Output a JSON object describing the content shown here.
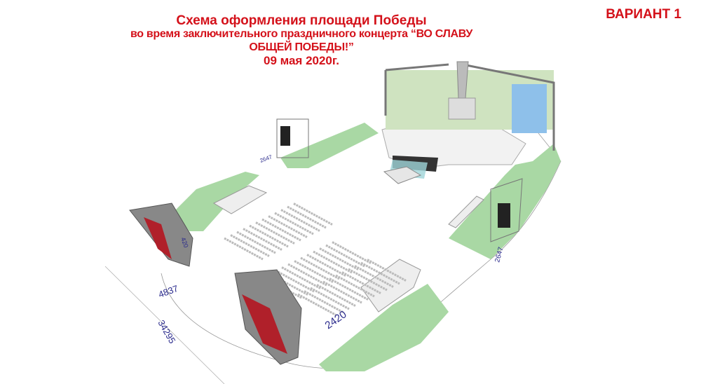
{
  "header": {
    "title_line1": "Схема оформления площади Победы",
    "title_line2": "во время заключительного праздничного концерта “ВО СЛАВУ ОБЩЕЙ ПОБЕДЫ!”",
    "title_line3": "09 мая 2020г.",
    "variant": "ВАРИАНТ 1"
  },
  "dimensions": {
    "d1": "4837",
    "d2": "34295",
    "d3": "2420",
    "d4": "2647",
    "d5": "2647",
    "d6": "420"
  },
  "colors": {
    "title": "#d4111a",
    "lawn": "#a9d8a4",
    "dimension": "#2a2a8c",
    "screen": "#b0202a"
  }
}
